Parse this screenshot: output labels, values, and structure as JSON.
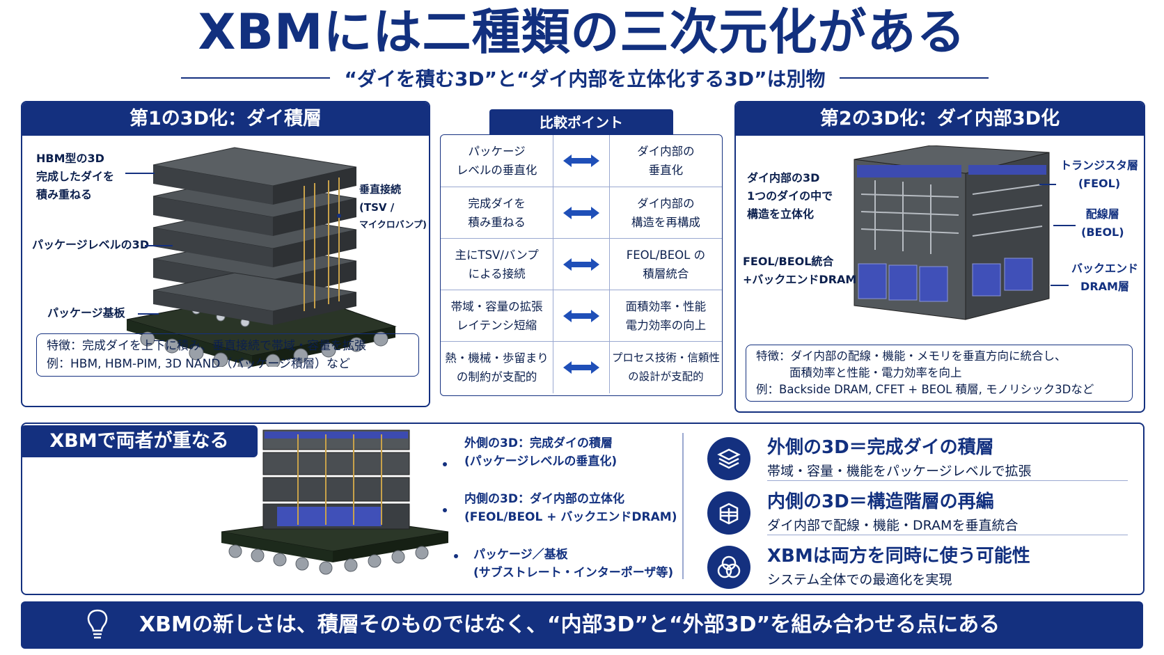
{
  "title": "XBMには二種類の三次元化がある",
  "subtitle": "“ダイを積む3D”と“ダイ内部を立体化する3D”は別物",
  "left_panel": {
    "heading": "第1の3D化：ダイ積層",
    "labels": {
      "hbm": [
        "HBM型の3D",
        "完成したダイを",
        "積み重ねる"
      ],
      "vertical": [
        "垂直接続",
        "(TSV /",
        "マイクロバンプ)"
      ],
      "package_level": "パッケージレベルの3D",
      "substrate": "パッケージ基板"
    },
    "feature_line1": "特徴：完成ダイを上下に積み、垂直接続で帯域・容量を拡張",
    "feature_line2": "例：HBM, HBM-PIM, 3D NAND（パッケージ積層）など"
  },
  "right_panel": {
    "heading": "第2の3D化：ダイ内部3D化",
    "labels": {
      "inside": [
        "ダイ内部の3D",
        "1つのダイの中で",
        "構造を立体化"
      ],
      "feol_beol": [
        "FEOL/BEOL統合",
        "+バックエンドDRAM"
      ],
      "transistor": [
        "トランジスタ層",
        "(FEOL)"
      ],
      "wiring": [
        "配線層",
        "(BEOL)"
      ],
      "dram": [
        "バックエンド",
        "DRAM層"
      ]
    },
    "feature_line1": "特徴：ダイ内部の配線・機能・メモリを垂直方向に統合し、",
    "feature_line2": "面積効率と性能・電力効率を向上",
    "feature_line3": "例：Backside DRAM, CFET + BEOL 積層, モノリシック3Dなど"
  },
  "comparison": {
    "heading": "比較ポイント",
    "rows": [
      {
        "left": [
          "パッケージ",
          "レベルの垂直化"
        ],
        "right": [
          "ダイ内部の",
          "垂直化"
        ]
      },
      {
        "left": [
          "完成ダイを",
          "積み重ねる"
        ],
        "right": [
          "ダイ内部の",
          "構造を再構成"
        ]
      },
      {
        "left": [
          "主にTSV/バンプ",
          "による接続"
        ],
        "right": [
          "FEOL/BEOL の",
          "積層統合"
        ]
      },
      {
        "left": [
          "帯域・容量の拡張",
          "レイテンシ短縮"
        ],
        "right": [
          "面積効率・性能",
          "電力効率の向上"
        ]
      },
      {
        "left": [
          "熱・機械・歩留まり",
          "の制約が支配的"
        ],
        "right": [
          "プロセス技術・信頼性",
          "の設計が支配的"
        ]
      }
    ]
  },
  "overlap": {
    "tag": "XBMで両者が重なる",
    "outer_title": "外側の3D：完成ダイの積層",
    "outer_sub": "(パッケージレベルの垂直化)",
    "inner_title": "内側の3D：ダイ内部の立体化",
    "inner_sub": "(FEOL/BEOL + バックエンドDRAM)",
    "pkg_title": "パッケージ／基板",
    "pkg_sub": "(サブストレート・インターポーザ等)"
  },
  "summary": [
    {
      "icon": "layers-icon",
      "title": "外側の3D＝完成ダイの積層",
      "desc": "帯域・容量・機能をパッケージレベルで拡張"
    },
    {
      "icon": "cube-layers-icon",
      "title": "内側の3D＝構造階層の再編",
      "desc": "ダイ内部で配線・機能・DRAMを垂直統合"
    },
    {
      "icon": "venn-circles-icon",
      "title": "XBMは両方を同時に使う可能性",
      "desc": "システム全体での最適化を実現"
    }
  ],
  "footer": {
    "icon": "lightbulb-icon",
    "text": "XBMの新しさは、積層そのものではなく、“内部3D”と“外部3D”を組み合わせる点にある"
  }
}
